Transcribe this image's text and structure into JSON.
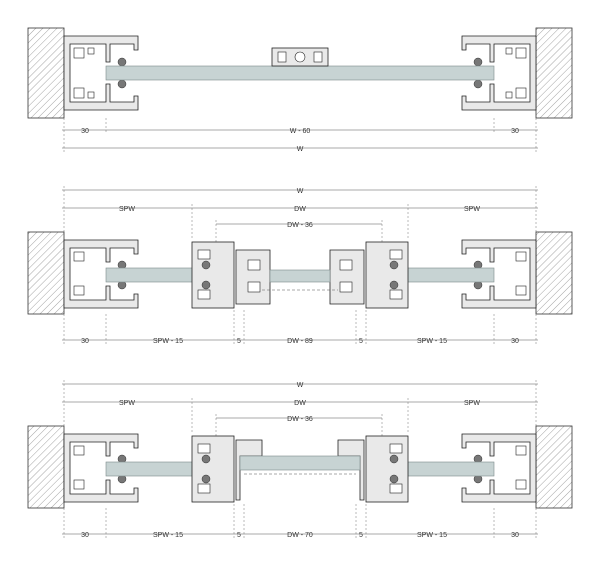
{
  "diagram": {
    "colors": {
      "glass": "#c7d3d3",
      "profile": "#e9e9e9",
      "stroke": "#222222"
    },
    "panels": [
      {
        "id": "fixed",
        "top_dims": [],
        "bottom_dims": [
          {
            "label": "30"
          },
          {
            "label": "W - 60"
          },
          {
            "label": "30"
          }
        ],
        "overall": "W"
      },
      {
        "id": "double-sliding-89",
        "overall": "W",
        "top_dims": [
          {
            "label": "SPW"
          },
          {
            "label": "DW"
          },
          {
            "label": "SPW"
          }
        ],
        "inner_dim": "DW - 36",
        "bottom_dims": [
          {
            "label": "30"
          },
          {
            "label": "SPW - 15"
          },
          {
            "label": "5"
          },
          {
            "label": "DW - 89"
          },
          {
            "label": "5"
          },
          {
            "label": "SPW - 15"
          },
          {
            "label": "30"
          }
        ]
      },
      {
        "id": "double-sliding-70",
        "overall": "W",
        "top_dims": [
          {
            "label": "SPW"
          },
          {
            "label": "DW"
          },
          {
            "label": "SPW"
          }
        ],
        "inner_dim": "DW - 36",
        "bottom_dims": [
          {
            "label": "30"
          },
          {
            "label": "SPW - 15"
          },
          {
            "label": "5"
          },
          {
            "label": "DW - 70"
          },
          {
            "label": "5"
          },
          {
            "label": "SPW - 15"
          },
          {
            "label": "30"
          }
        ]
      }
    ]
  }
}
